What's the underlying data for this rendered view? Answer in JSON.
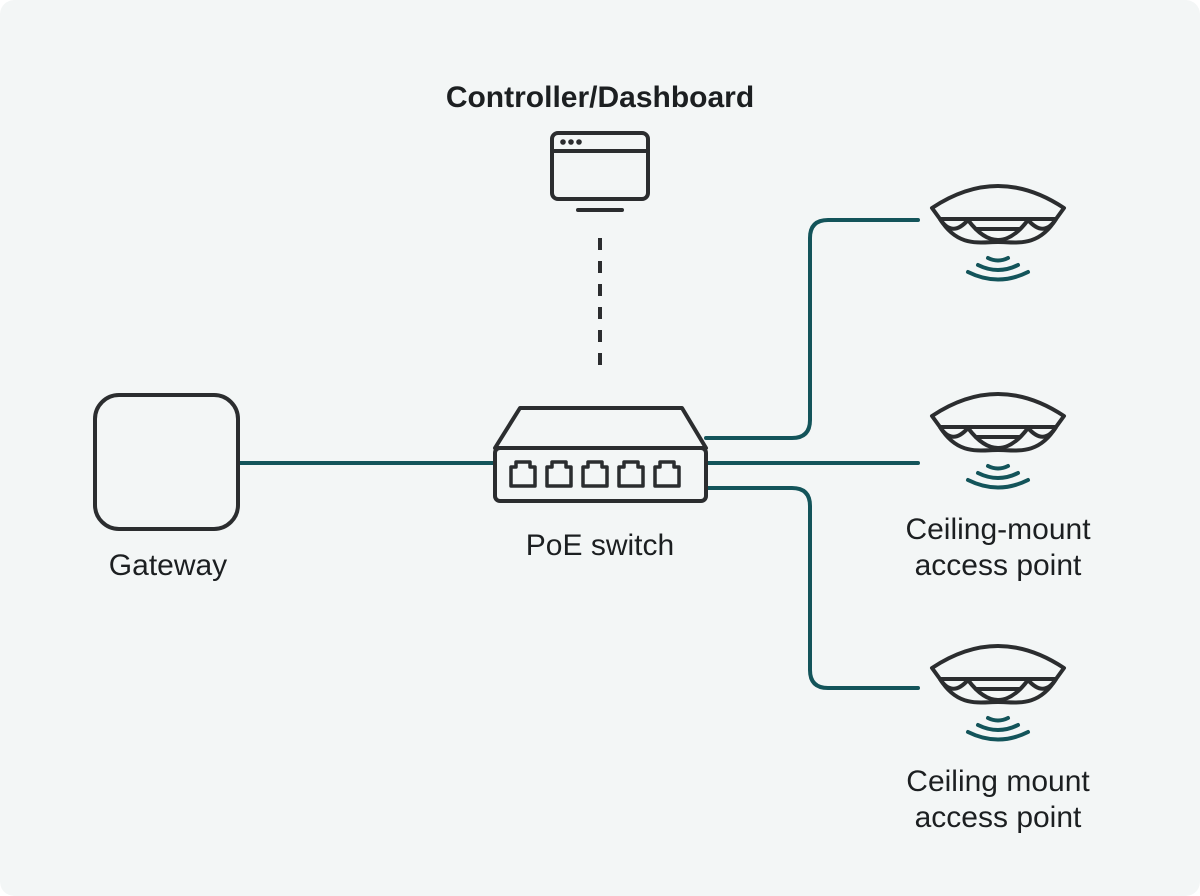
{
  "colors": {
    "background": "#f3f6f6",
    "outline": "#2b2d2f",
    "link": "#13545a",
    "wave": "#13545a"
  },
  "nodes": {
    "controller": {
      "label": "Controller/Dashboard",
      "icon": "monitor-icon"
    },
    "switch": {
      "label": "PoE switch",
      "icon": "poe-switch-icon",
      "port_count": 5
    },
    "gateway": {
      "label": "Gateway",
      "icon": "gateway-icon"
    },
    "access_points": [
      {
        "label_line1": "",
        "label_line2": "",
        "icon": "access-point-icon"
      },
      {
        "label_line1": "Ceiling-mount",
        "label_line2": "access point",
        "icon": "access-point-icon"
      },
      {
        "label_line1": "Ceiling mount",
        "label_line2": "access point",
        "icon": "access-point-icon"
      }
    ]
  },
  "links": [
    {
      "from": "gateway",
      "to": "switch",
      "style": "solid"
    },
    {
      "from": "switch",
      "to": "controller",
      "style": "dashed"
    },
    {
      "from": "switch",
      "to": "access_point_1",
      "style": "solid"
    },
    {
      "from": "switch",
      "to": "access_point_2",
      "style": "solid"
    },
    {
      "from": "switch",
      "to": "access_point_3",
      "style": "solid"
    }
  ]
}
